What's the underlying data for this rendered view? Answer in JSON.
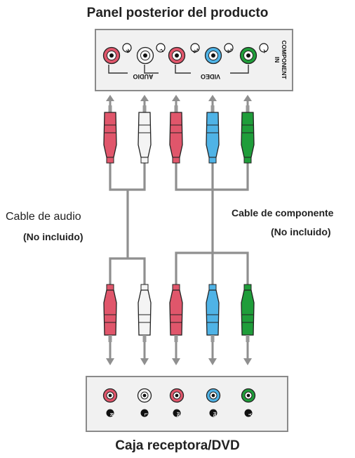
{
  "titles": {
    "top": "Panel posterior del producto",
    "bottom": "Caja receptora/DVD"
  },
  "labels": {
    "audio_cable": "Cable de audio",
    "audio_note": "(No incluido)",
    "component_cable": "Cable de componente",
    "component_note": "(No incluido)"
  },
  "panel": {
    "audio_label": "AUDIO",
    "video_label": "VIDEO",
    "component_label_1": "COMPONENT",
    "component_label_2": "IN"
  },
  "ports": {
    "r": "R",
    "l": "L",
    "pr": "PR",
    "pb": "PB",
    "y": "Y"
  },
  "colors": {
    "red": "#e0566b",
    "white": "#f4f4f4",
    "blue": "#4fb3e6",
    "green": "#1f9d3a",
    "cable": "#8f8f8f",
    "panel_bg": "#f1f1f1"
  }
}
